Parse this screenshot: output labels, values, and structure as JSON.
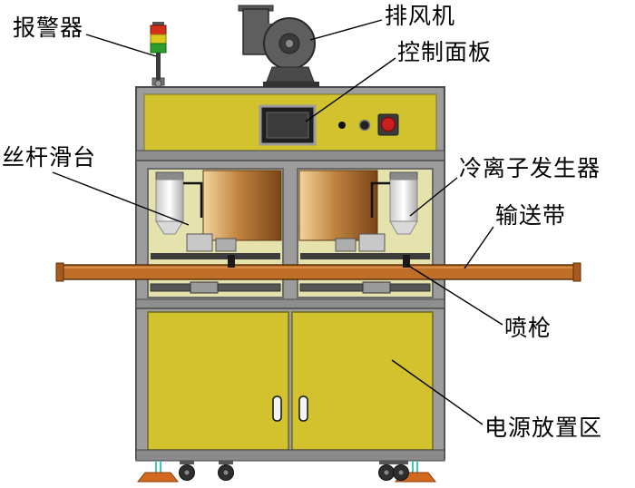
{
  "figure": {
    "type": "equipment-structure-diagram",
    "description": "Plasma surface treatment machine annotated diagram"
  },
  "labels": {
    "alarm": {
      "text": "报警器"
    },
    "exhaust_fan": {
      "text": "排风机"
    },
    "control_panel": {
      "text": "控制面板"
    },
    "screw_slide": {
      "text": "丝杆滑台"
    },
    "cold_ion_generator": {
      "text": "冷离子发生器"
    },
    "conveyor_belt": {
      "text": "输送带"
    },
    "spray_gun": {
      "text": "喷枪"
    },
    "power_area": {
      "text": "电源放置区"
    }
  },
  "colors": {
    "cabinet_yellow": "#d2c32e",
    "frame_gray": "#9c9c9c",
    "frame_dark": "#4a4a4a",
    "window_pale": "#e6e2ae",
    "conveyor_orange": "#bf6f28",
    "conveyor_edge": "#5c3208",
    "alarm_red": "#d23018",
    "alarm_yellow": "#dcc81e",
    "alarm_green": "#2f9e2f",
    "estop_red": "#cc1f1f",
    "fan_gray": "#5e5e5e",
    "foot_orange": "#d2691e",
    "caster_teal": "#45c8bc",
    "leader_line": "#000000"
  }
}
